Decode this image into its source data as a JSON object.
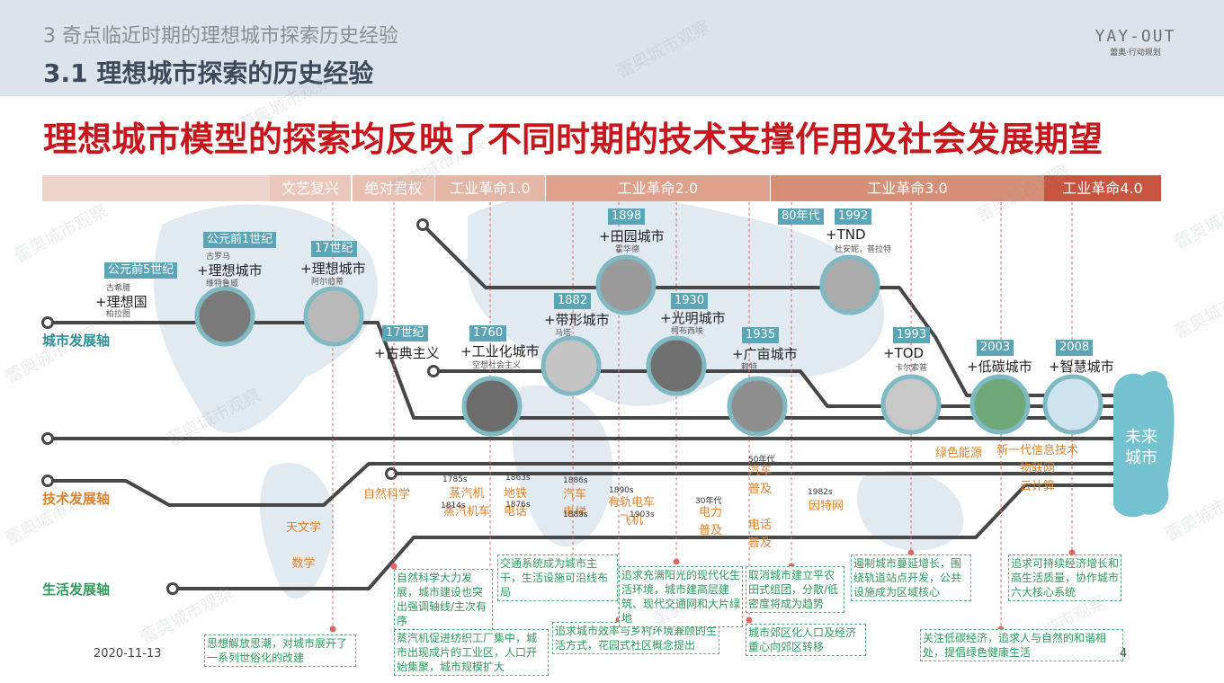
{
  "header": {
    "section": "3 奇点临近时期的理想城市探索历史经验",
    "subtitle": "3.1 理想城市探索的历史经验",
    "logo_mark": "YAY-OUT",
    "logo_tagline": "蕾奥·行动规划"
  },
  "headline": "理想城市模型的探索均反映了不同时期的技术支撑作用及社会发展期望",
  "eras": [
    {
      "label": ""
    },
    {
      "label": "文艺复兴"
    },
    {
      "label": "绝对君权"
    },
    {
      "label": "工业革命1.0"
    },
    {
      "label": "工业革命2.0"
    },
    {
      "label": "工业革命3.0"
    },
    {
      "label": "工业革命4.0"
    }
  ],
  "years": [
    "公元前5世纪",
    "公元前1世纪",
    "17世纪",
    "17世纪",
    "1760",
    "1882",
    "1898",
    "1930",
    "1935",
    "80年代",
    "1992",
    "1993",
    "2003",
    "2008"
  ],
  "city_items": [
    {
      "title": "+理想国",
      "place": "古希腊",
      "author": "柏拉图"
    },
    {
      "title": "+理想城市",
      "place": "古罗马",
      "author": "维特鲁威"
    },
    {
      "title": "+理想城市",
      "author": "阿尔伯蒂"
    },
    {
      "title": "+古典主义"
    },
    {
      "title": "+工业化城市",
      "author": "空想社会主义"
    },
    {
      "title": "+带形城市",
      "author": "马塔"
    },
    {
      "title": "+田园城市",
      "author": "霍华德"
    },
    {
      "title": "+光明城市",
      "author": "柯布西埃"
    },
    {
      "title": "+广亩城市",
      "author": "赖特"
    },
    {
      "title": "+TND",
      "author": "杜安妮，普拉特"
    },
    {
      "title": "+TOD",
      "author": "卡尔索普"
    },
    {
      "title": "+低碳城市"
    },
    {
      "title": "+智慧城市"
    }
  ],
  "axes": {
    "city": "城市发展轴",
    "tech": "技术发展轴",
    "life": "生活发展轴",
    "future": "未来城市"
  },
  "tech": [
    {
      "lines": [
        "天文学",
        "",
        "数学"
      ]
    },
    {
      "lines": [
        "自然科学"
      ]
    },
    {
      "dates": [
        "1785s",
        "1814s"
      ],
      "lines": [
        "蒸汽机",
        "蒸汽机车"
      ]
    },
    {
      "dates": [
        "1863s",
        "1876s"
      ],
      "lines": [
        "地铁",
        "电话"
      ]
    },
    {
      "dates": [
        "1886s",
        "1889s"
      ],
      "lines": [
        "汽车",
        "电梯"
      ]
    },
    {
      "dates": [
        "1890s",
        "1903s"
      ],
      "lines": [
        "有轨电车",
        "飞机"
      ]
    },
    {
      "dates": [
        "30年代"
      ],
      "lines": [
        "电力",
        "普及"
      ]
    },
    {
      "dates": [
        "50年代"
      ],
      "lines": [
        "汽车",
        "普及",
        "",
        "电话",
        "普及"
      ]
    },
    {
      "dates": [
        "1982s"
      ],
      "lines": [
        "因特网"
      ]
    },
    {
      "lines": [
        "绿色能源"
      ]
    },
    {
      "lines": [
        "新一代信息技术",
        "物联网",
        "云计算"
      ]
    }
  ],
  "life": [
    "思想解放思潮，对城市展开了一系列世俗化的改建",
    "自然科学大力发展，城市建设也突出强调轴线/主次有序",
    "蒸汽机促进纺织工厂集中，城市出现成片的工业区，人口开始集聚，城市规模扩大",
    "交通系统成为城市主干，生活设施可沿线布局",
    "追求城市效率与乡村环境兼顾的生活方式，花园式社区概念提出",
    "追求充满阳光的现代化生活环境，城市建高层建筑、现代交通网和大片绿地",
    "取消城市建立平农田式组团，分散/低密度将成为趋势",
    "城市郊区化人口及经济重心向郊区转移",
    "遏制城市蔓延增长，围绕轨道站点开发，公共设施成为区域核心",
    "关注低碳经济，追求人与自然的和谐相处，提倡绿色健康生活",
    "追求可持续经济增长和高生活质量，协作城市六大核心系统"
  ],
  "footer": {
    "date": "2020-11-13",
    "page": "4"
  },
  "watermark": "蕾奥城市观察",
  "colors": {
    "headline": "#c8161d",
    "axis_city": "#2f8e95",
    "axis_tech": "#e0822c",
    "axis_life": "#2f9a5c",
    "year_badge": "#5aa6b6",
    "line": "#474747"
  }
}
